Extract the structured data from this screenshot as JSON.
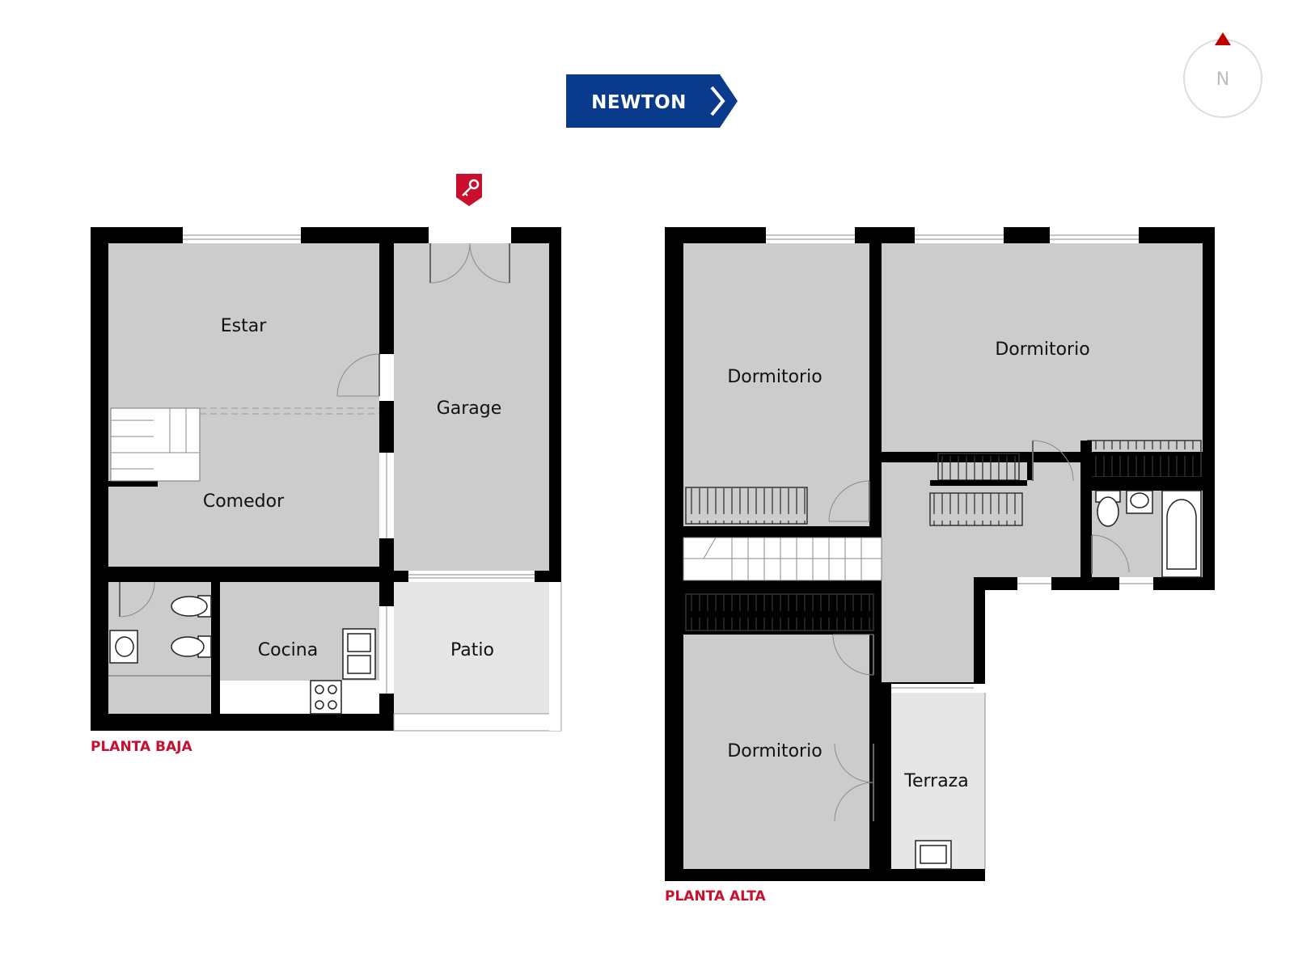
{
  "brand": {
    "name": "NEWTON",
    "color": "#0a3a8c"
  },
  "north": {
    "letter": "N",
    "arrow_color": "#c00000"
  },
  "entrance_marker": {
    "icon": "key-icon",
    "color": "#c8102e"
  },
  "colors": {
    "wall": "#000000",
    "room_fill": "#cccccc",
    "outdoor_fill": "#e6e6e6",
    "floor_label": "#c8102e"
  },
  "ground_floor": {
    "label": "PLANTA BAJA",
    "rooms": {
      "estar": "Estar",
      "comedor": "Comedor",
      "garage": "Garage",
      "cocina": "Cocina",
      "patio": "Patio"
    }
  },
  "upper_floor": {
    "label": "PLANTA ALTA",
    "rooms": {
      "dormitorio_1": "Dormitorio",
      "dormitorio_2": "Dormitorio",
      "dormitorio_3": "Dormitorio",
      "terraza": "Terraza"
    }
  }
}
